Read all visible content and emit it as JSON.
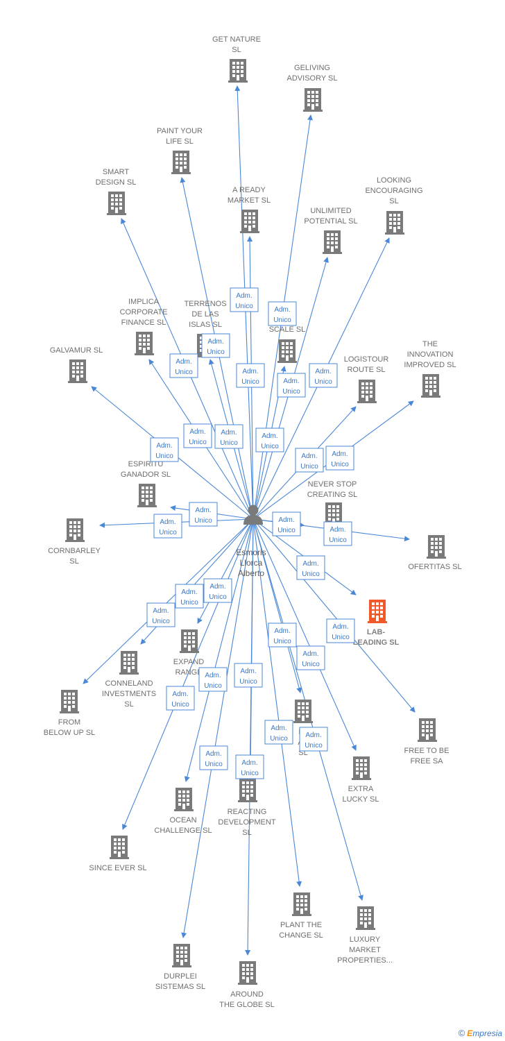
{
  "person": {
    "name_lines": [
      "Esmoris",
      "Llorca",
      "Alberto"
    ]
  },
  "role_label_lines": [
    "Adm.",
    "Unico"
  ],
  "colors": {
    "edge": "#4a87d6",
    "building": "#7a7a7a",
    "building_highlight": "#f05a28",
    "text": "#6e6e6e"
  },
  "companies": [
    {
      "id": "get-nature",
      "lines": [
        "GET NATURE",
        "SL"
      ]
    },
    {
      "id": "geliving-advisory",
      "lines": [
        "GELIVING",
        "ADVISORY  SL"
      ]
    },
    {
      "id": "paint-your-life",
      "lines": [
        "PAINT YOUR",
        "LIFE  SL"
      ]
    },
    {
      "id": "smart-design",
      "lines": [
        "SMART",
        "DESIGN  SL"
      ]
    },
    {
      "id": "a-ready-market",
      "lines": [
        "A READY",
        "MARKET  SL"
      ]
    },
    {
      "id": "unlimited-potential",
      "lines": [
        "UNLIMITED",
        "POTENTIAL  SL"
      ]
    },
    {
      "id": "looking-encouraging",
      "lines": [
        "LOOKING",
        "ENCOURAGING",
        "SL"
      ]
    },
    {
      "id": "implica-corporate-finance",
      "lines": [
        "IMPLICA",
        "CORPORATE",
        "FINANCE  SL"
      ]
    },
    {
      "id": "terrenos-de-las-islas",
      "lines": [
        "TERRENOS",
        "DE LAS",
        "ISLAS  SL"
      ]
    },
    {
      "id": "to-scale",
      "lines": [
        "TO",
        "SCALE  SL"
      ]
    },
    {
      "id": "galvamur",
      "lines": [
        "GALVAMUR  SL"
      ]
    },
    {
      "id": "logistour-route",
      "lines": [
        "LOGISTOUR",
        "ROUTE  SL"
      ]
    },
    {
      "id": "the-innovation-improved",
      "lines": [
        "THE",
        "INNOVATION",
        "IMPROVED  SL"
      ]
    },
    {
      "id": "espiritu-ganador",
      "lines": [
        "ESPIRITU",
        "GANADOR SL"
      ]
    },
    {
      "id": "never-stop-creating",
      "lines": [
        "NEVER STOP",
        "CREATING  SL"
      ]
    },
    {
      "id": "cornbarley",
      "lines": [
        "CORNBARLEY",
        "SL"
      ]
    },
    {
      "id": "ofertitas",
      "lines": [
        "OFERTITAS  SL"
      ]
    },
    {
      "id": "lab-leading",
      "lines": [
        "LAB-",
        "LEADING  SL"
      ],
      "highlight": true
    },
    {
      "id": "expand-range",
      "lines": [
        "EXPAND",
        "RANGE"
      ]
    },
    {
      "id": "conneland-investments",
      "lines": [
        "CONNELAND",
        "INVESTMENTS",
        "SL"
      ]
    },
    {
      "id": "from-below-up",
      "lines": [
        "FROM",
        "BELOW UP  SL"
      ]
    },
    {
      "id": "free-to-be-free",
      "lines": [
        "FREE TO BE",
        "FREE SA"
      ]
    },
    {
      "id": "la-company",
      "lines": [
        "LA",
        "AN",
        "SL"
      ]
    },
    {
      "id": "extra-lucky",
      "lines": [
        "EXTRA",
        "LUCKY  SL"
      ]
    },
    {
      "id": "ocean-challenge",
      "lines": [
        "OCEAN",
        "CHALLENGE  SL"
      ]
    },
    {
      "id": "reacting-development",
      "lines": [
        "REACTING",
        "DEVELOPMENT",
        "SL"
      ]
    },
    {
      "id": "since-ever",
      "lines": [
        "SINCE EVER  SL"
      ]
    },
    {
      "id": "plant-the-change",
      "lines": [
        "PLANT THE",
        "CHANGE  SL"
      ]
    },
    {
      "id": "luxury-market-properties",
      "lines": [
        "LUXURY",
        "MARKET",
        "PROPERTIES..."
      ]
    },
    {
      "id": "durplei-sistemas",
      "lines": [
        "DURPLEI",
        "SISTEMAS  SL"
      ]
    },
    {
      "id": "around-the-globe",
      "lines": [
        "AROUND",
        "THE GLOBE  SL"
      ]
    }
  ],
  "footer": {
    "copyright": "©",
    "brand_first": "E",
    "brand_rest": "mpresia"
  }
}
